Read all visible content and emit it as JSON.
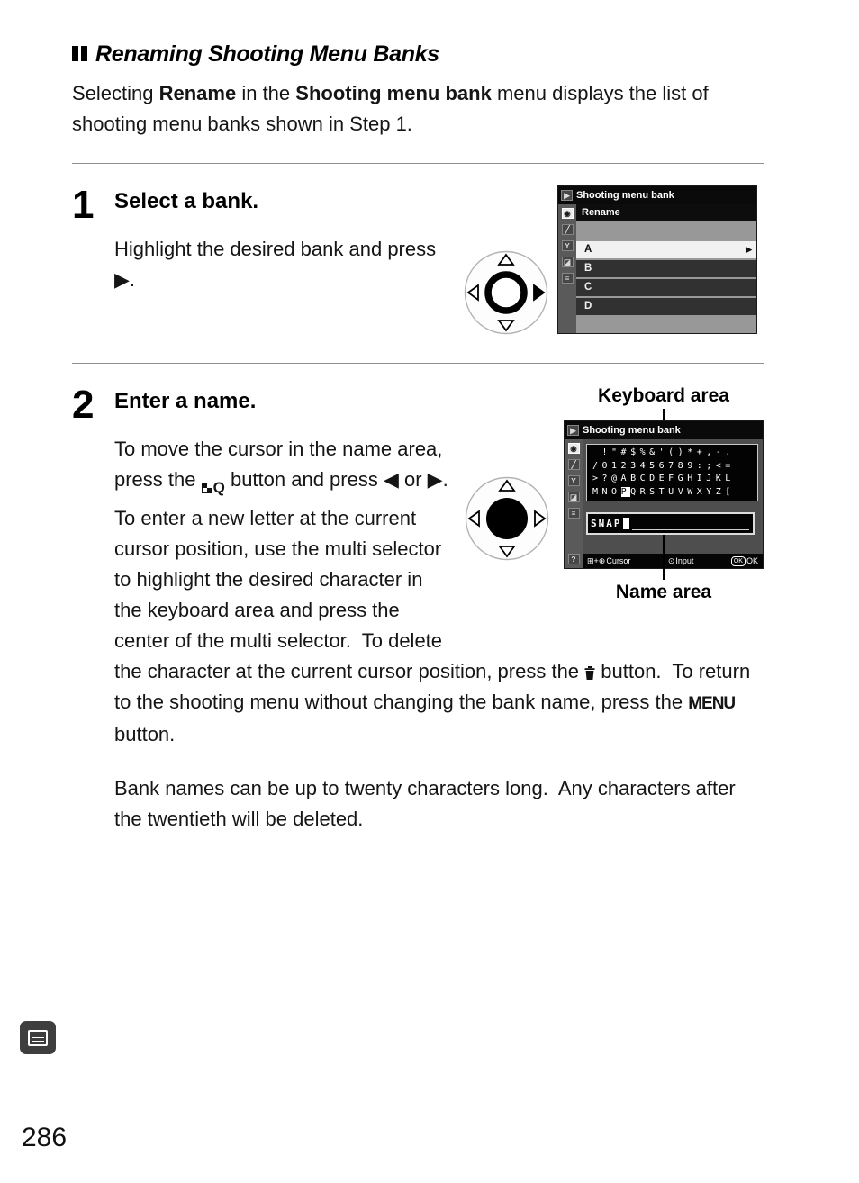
{
  "page_number": "286",
  "heading": {
    "title": "Renaming Shooting Menu Banks"
  },
  "intro": {
    "s1": "Selecting ",
    "s2": "Rename",
    "s3": " in the ",
    "s4": "Shooting menu bank",
    "s5": " menu displays the list of shooting menu banks shown in Step 1."
  },
  "step1": {
    "number": "1",
    "title": "Select a bank.",
    "body": "Highlight the desired bank and press ▶."
  },
  "step2": {
    "number": "2",
    "title": "Enter a name.",
    "keyboard_area_label": "Keyboard area",
    "name_area_label": "Name area",
    "p1a": "To move the cursor in the name area, press the ",
    "p1b": " button and press ◀ or ▶.  To enter a new letter at the current cursor position, use the multi selector to highlight the desired character in the keyboard area and press the center of the multi selector.  To delete the character at the current cursor position, press the ",
    "p1c": " button.  To return to the shooting menu without changing the bank name, press the ",
    "menu_button_label": "MENU",
    "p1d": " button.",
    "p2": "Bank names can be up to twenty characters long.  Any characters after the twentieth will be deleted."
  },
  "icons": {
    "thumb_q": "Q"
  },
  "sidebar_icons": [
    "▶",
    "◉",
    "╱",
    "Y",
    "◪",
    "≡"
  ],
  "help_icon": "?",
  "screen1": {
    "title": "Shooting menu bank",
    "menu_label": "Rename",
    "banks": [
      {
        "label": "A"
      },
      {
        "label": "B"
      },
      {
        "label": "C"
      },
      {
        "label": "D"
      }
    ],
    "selected_arrow": "▶"
  },
  "screen2": {
    "title": "Shooting menu bank",
    "keyboard": {
      "row1": " !\"#$%&'()*+,-.",
      "row2": "/0123456789:;<=",
      "row3": ">?@ABCDEFGHIJKL",
      "row4a": "MNO",
      "cursor_char": "P",
      "row4b": "QRSTUVWXYZ["
    },
    "name_value": "SNAP",
    "footer": {
      "cursor_icons": "⊞+⊕",
      "cursor_label": "Cursor",
      "input_icon": "⊙",
      "input_label": "Input",
      "ok_badge": "OK",
      "ok_label": "OK"
    }
  }
}
